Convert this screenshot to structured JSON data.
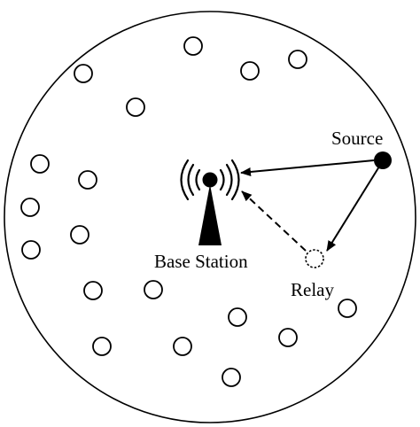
{
  "labels": {
    "source": "Source",
    "base_station": "Base Station",
    "relay": "Relay"
  },
  "colors": {
    "stroke": "#000000",
    "background": "#ffffff"
  },
  "icons": {
    "base_station": "antenna-tower-icon",
    "source": "filled-node-icon",
    "relay": "dotted-node-icon",
    "user": "hollow-node-icon"
  },
  "links": [
    {
      "from": "source",
      "to": "base_station",
      "style": "solid"
    },
    {
      "from": "source",
      "to": "relay",
      "style": "solid"
    },
    {
      "from": "relay",
      "to": "base_station",
      "style": "dashed"
    }
  ]
}
